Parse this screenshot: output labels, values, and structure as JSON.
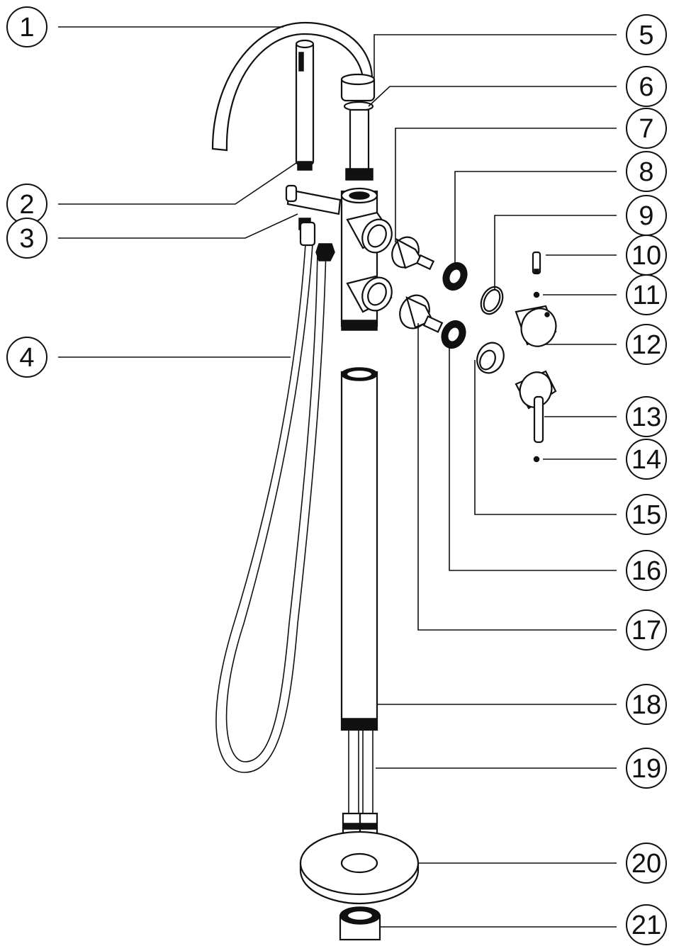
{
  "callouts": [
    {
      "label": "1"
    },
    {
      "label": "2"
    },
    {
      "label": "3"
    },
    {
      "label": "4"
    },
    {
      "label": "5"
    },
    {
      "label": "6"
    },
    {
      "label": "7"
    },
    {
      "label": "8"
    },
    {
      "label": "9"
    },
    {
      "label": "10"
    },
    {
      "label": "11"
    },
    {
      "label": "12"
    },
    {
      "label": "13"
    },
    {
      "label": "14"
    },
    {
      "label": "15"
    },
    {
      "label": "16"
    },
    {
      "label": "17"
    },
    {
      "label": "18"
    },
    {
      "label": "19"
    },
    {
      "label": "20"
    },
    {
      "label": "21"
    }
  ],
  "colors": {
    "line": "#111111",
    "background": "#ffffff"
  }
}
